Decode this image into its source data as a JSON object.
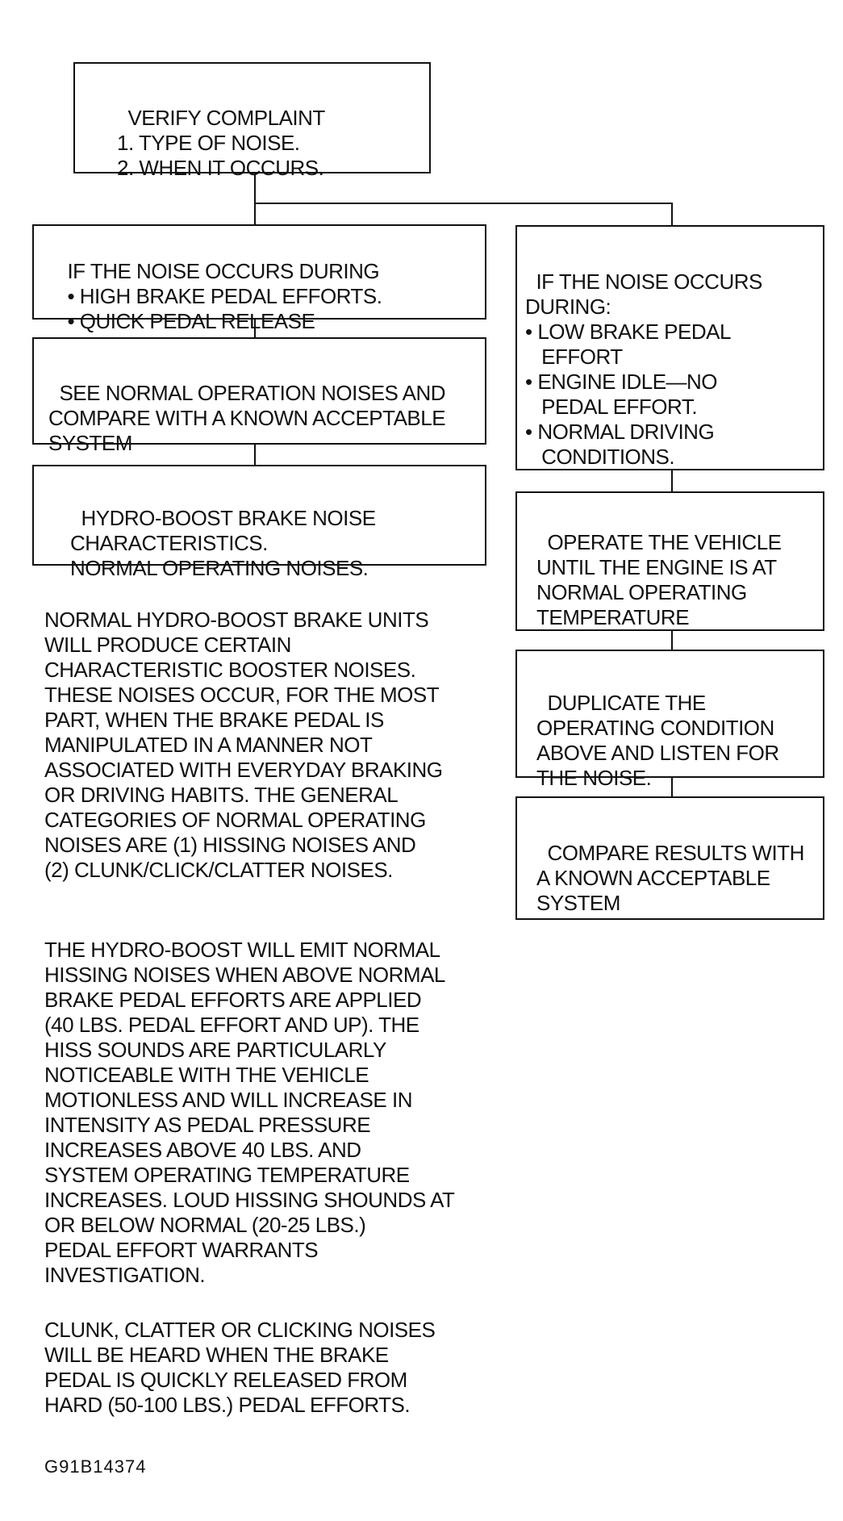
{
  "boxes": {
    "verify": "VERIFY COMPLAINT\n1. TYPE OF NOISE.\n2. WHEN IT OCCURS.",
    "left_condition": "IF THE NOISE OCCURS DURING\n  • HIGH BRAKE PEDAL EFFORTS.\n  • QUICK PEDAL RELEASE",
    "see_normal": "SEE NORMAL OPERATION NOISES AND\nCOMPARE WITH A KNOWN ACCEPTABLE\nSYSTEM",
    "hydro_boost": "HYDRO-BOOST BRAKE NOISE\nCHARACTERISTICS.\nNORMAL OPERATING NOISES.",
    "right_condition": "IF THE NOISE OCCURS\nDURING:\n• LOW BRAKE PEDAL\n   EFFORT\n• ENGINE IDLE—NO\n   PEDAL EFFORT.\n• NORMAL DRIVING\n   CONDITIONS.",
    "operate_vehicle": "OPERATE THE VEHICLE\nUNTIL THE ENGINE IS AT\nNORMAL OPERATING\nTEMPERATURE",
    "duplicate": "DUPLICATE THE\nOPERATING CONDITION\nABOVE AND LISTEN FOR\nTHE NOISE.",
    "compare": "COMPARE RESULTS WITH\nA KNOWN ACCEPTABLE\nSYSTEM"
  },
  "paragraphs": [
    "NORMAL HYDRO-BOOST BRAKE UNITS\nWILL PRODUCE CERTAIN\nCHARACTERISTIC BOOSTER NOISES.\nTHESE NOISES OCCUR, FOR THE MOST\nPART, WHEN THE BRAKE PEDAL IS\nMANIPULATED IN A MANNER NOT\nASSOCIATED WITH EVERYDAY BRAKING\nOR DRIVING HABITS. THE GENERAL\nCATEGORIES OF NORMAL OPERATING\nNOISES ARE (1) HISSING NOISES AND\n(2) CLUNK/CLICK/CLATTER NOISES.",
    "THE HYDRO-BOOST WILL EMIT NORMAL\nHISSING NOISES WHEN ABOVE NORMAL\nBRAKE PEDAL EFFORTS ARE APPLIED\n(40 LBS. PEDAL EFFORT AND UP). THE\nHISS SOUNDS ARE PARTICULARLY\nNOTICEABLE WITH THE VEHICLE\nMOTIONLESS AND WILL INCREASE IN\nINTENSITY AS PEDAL PRESSURE\nINCREASES ABOVE 40 LBS. AND\nSYSTEM OPERATING TEMPERATURE\nINCREASES. LOUD HISSING SHOUNDS AT\nOR BELOW NORMAL (20-25 LBS.)\nPEDAL EFFORT WARRANTS\nINVESTIGATION.",
    "CLUNK, CLATTER OR CLICKING NOISES\nWILL BE HEARD WHEN THE BRAKE\nPEDAL IS QUICKLY RELEASED FROM\nHARD (50-100 LBS.) PEDAL EFFORTS."
  ],
  "figure_id": "G91B14374"
}
